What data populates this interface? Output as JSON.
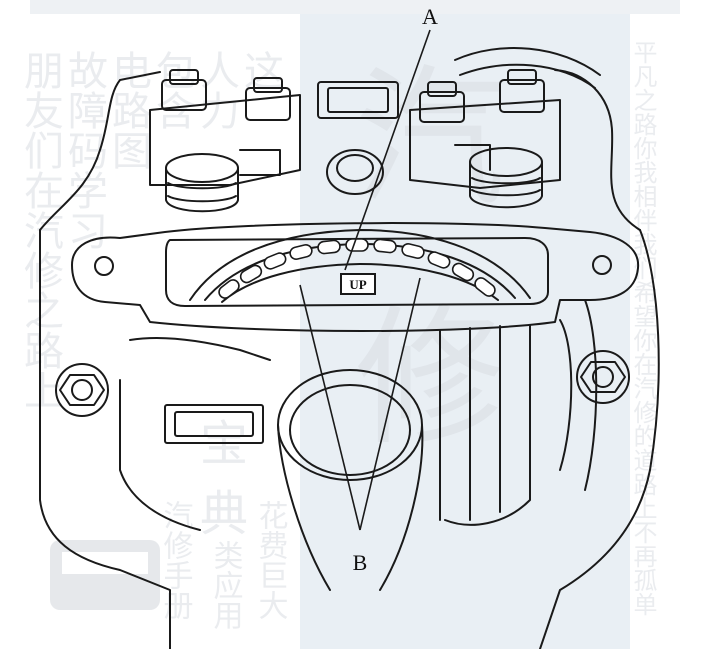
{
  "labels": {
    "callout_a": "A",
    "callout_b": "B",
    "up_mark": "UP"
  },
  "watermark": {
    "col1": "朋友们在汽修之路上",
    "col2": "故障码学习",
    "col3": "电路图",
    "col4": "包含",
    "col5": "人力",
    "col6": "这",
    "right_col": "平凡之路你我相伴我们希望你在汽修的道路上不再孤单",
    "big_1": "汽",
    "big_2": "修",
    "seal_1": "宝",
    "seal_2": "典",
    "bottom_col": "汽修手册",
    "bottom_col2": "类应用",
    "bottom_col3": "花费巨大"
  },
  "colors": {
    "line": "#1a1a1a",
    "watermark_band": "#e8eef3",
    "watermark_text": "#d9dde3"
  }
}
